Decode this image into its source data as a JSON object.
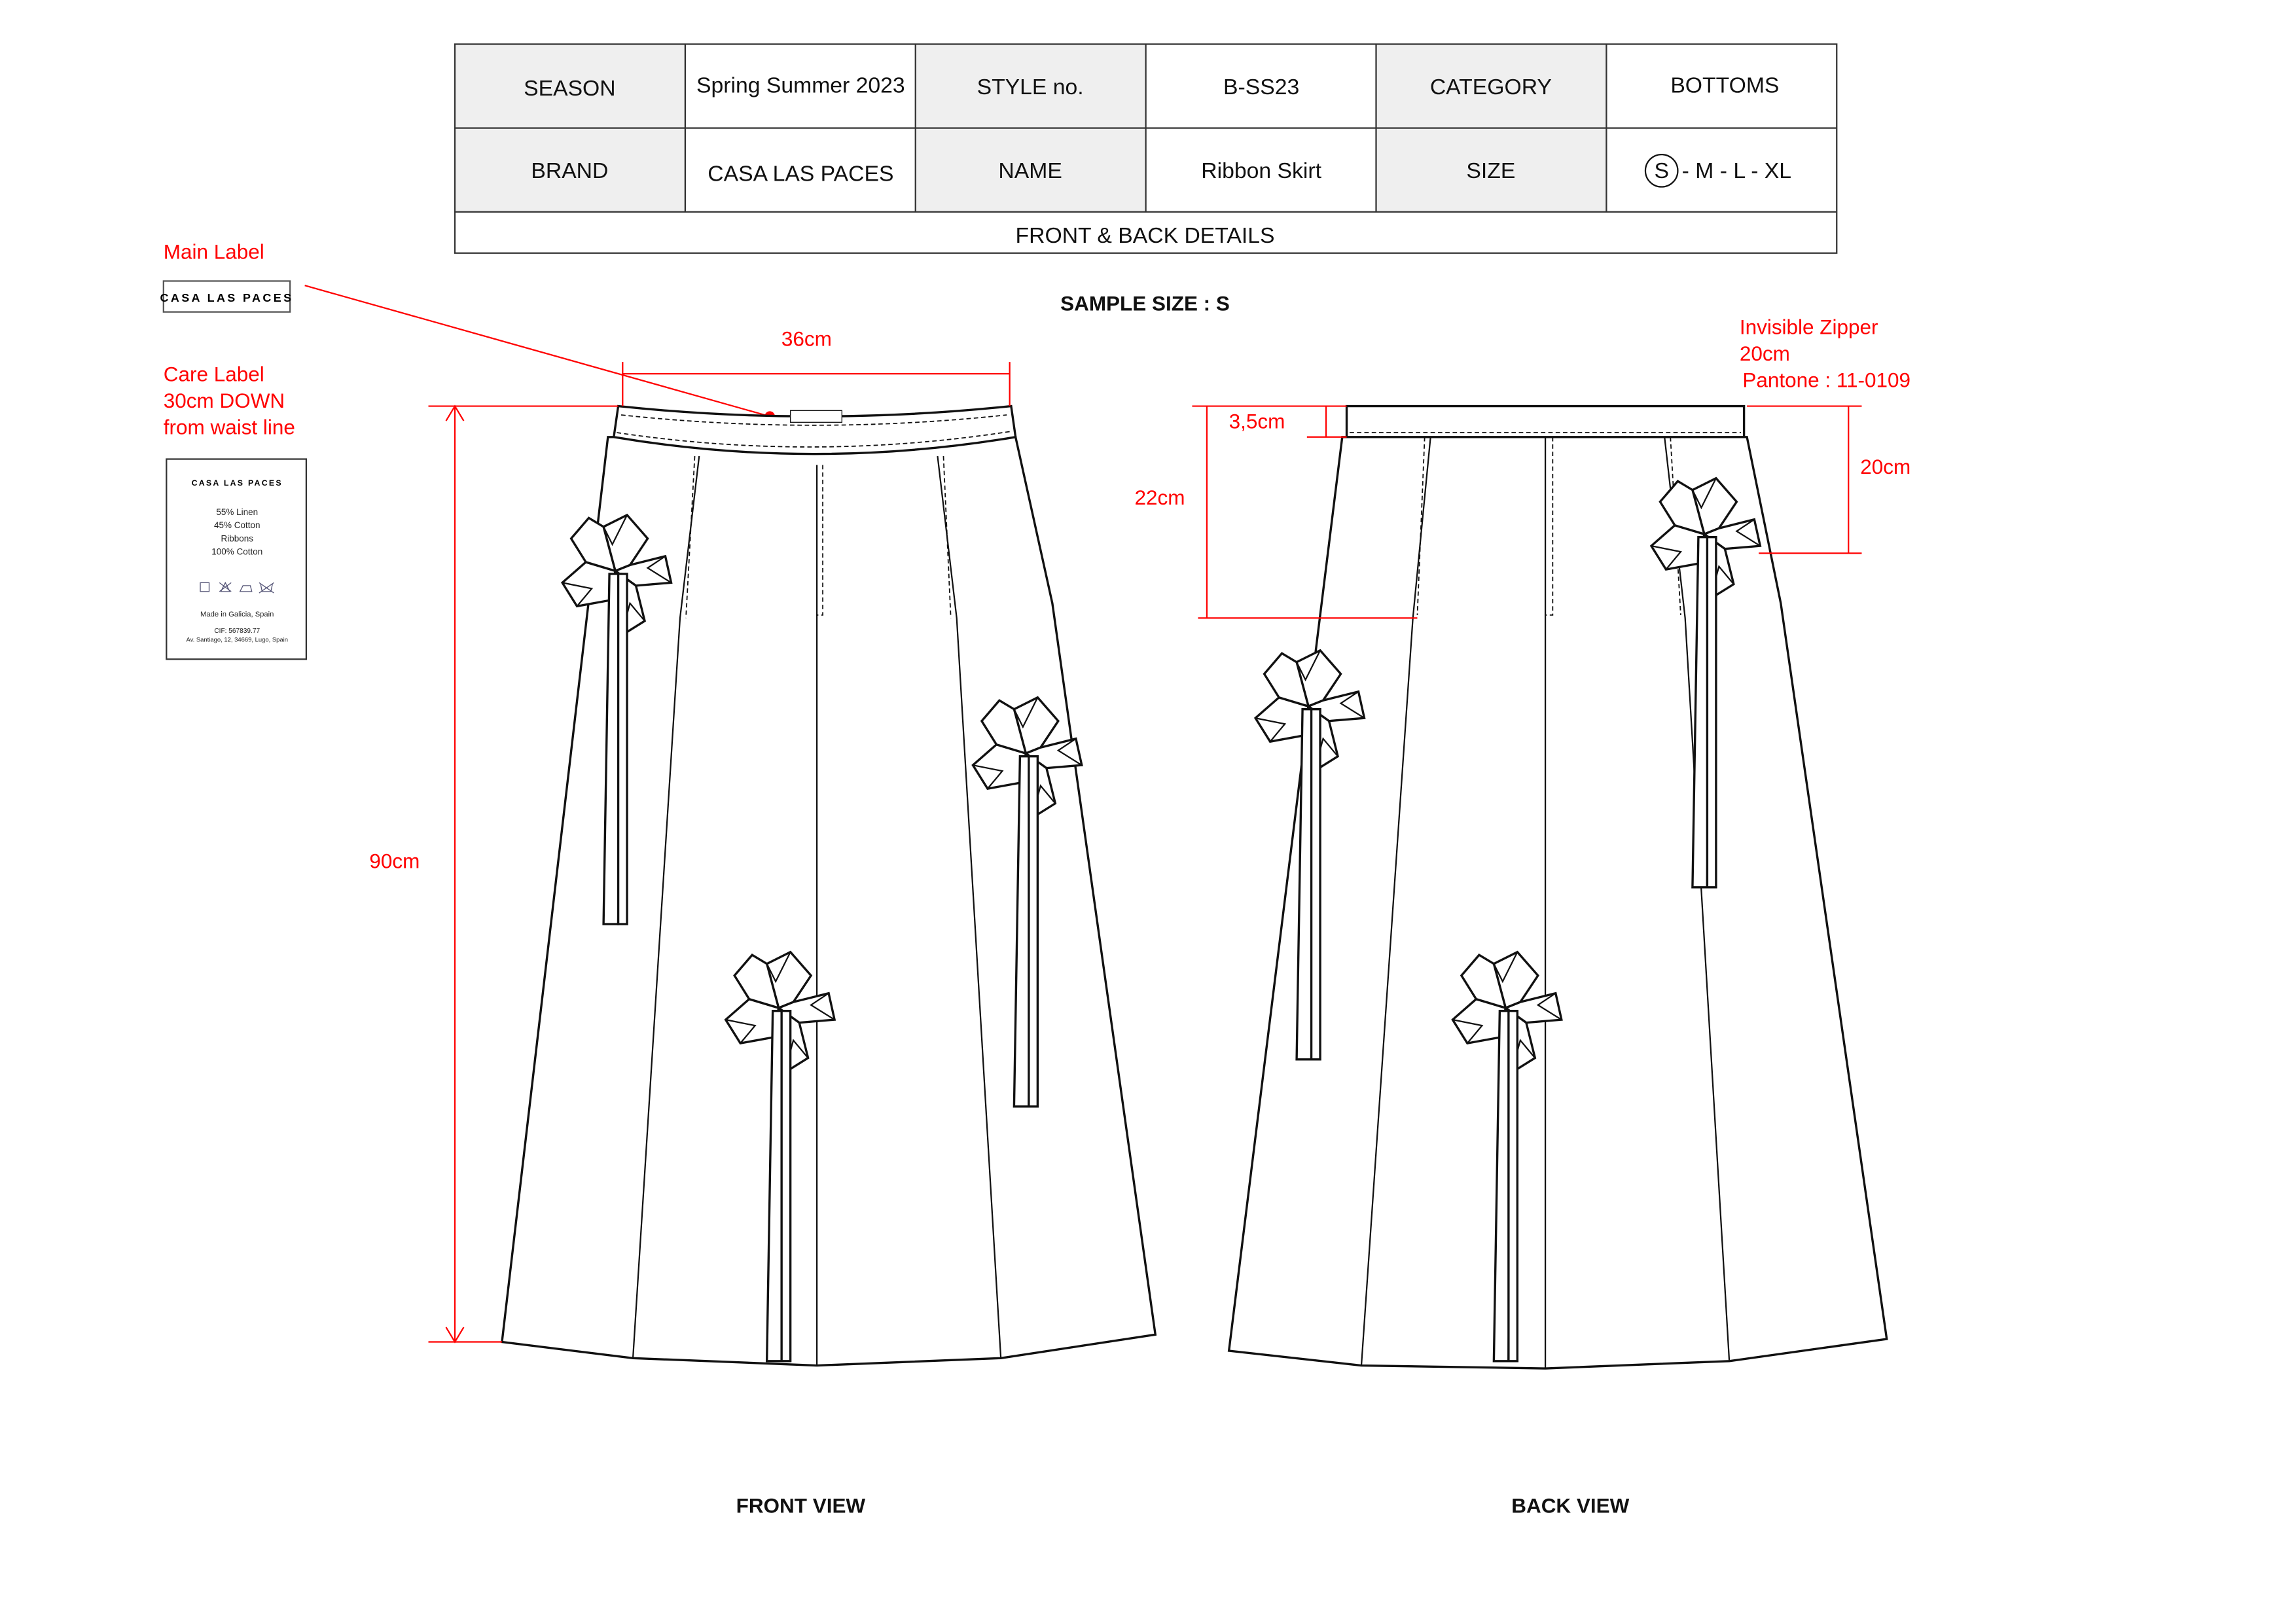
{
  "spec_table": {
    "season_label": "SEASON",
    "season_value": "Spring Summer 2023",
    "style_label": "STYLE no.",
    "style_value": "B-SS23",
    "category_label": "CATEGORY",
    "category_value": "BOTTOMS",
    "brand_label": "BRAND",
    "brand_value": "CASA LAS PACES",
    "name_label": "NAME",
    "name_value": "Ribbon Skirt",
    "size_label": "SIZE",
    "size_selected": "S",
    "size_rest": "- M - L - XL",
    "section_title": "FRONT & BACK DETAILS"
  },
  "sample_size": "SAMPLE SIZE : S",
  "main_label": {
    "title": "Main Label",
    "brand": "CASA LAS PACES"
  },
  "care_label": {
    "title_lines": [
      "Care Label",
      "30cm DOWN",
      "from waist line"
    ],
    "brand": "CASA LAS PACES",
    "composition": [
      "55% Linen",
      "45% Cotton",
      "Ribbons",
      "100% Cotton"
    ],
    "origin": "Made in Galicia, Spain",
    "cif": "CIF: 567839.77",
    "address": "Av. Santiago, 12, 34669, Lugo, Spain"
  },
  "measurements": {
    "waist": "36cm",
    "length": "90cm",
    "waistband": "3,5cm",
    "pocket": "22cm",
    "zipper_len": "20cm"
  },
  "zipper_note": [
    "Invisible Zipper",
    "20cm",
    "Pantone : 11-0109"
  ],
  "views": {
    "front": "FRONT VIEW",
    "back": "BACK VIEW"
  },
  "colors": {
    "annotation": "#ff0000",
    "header_fill": "#efefef"
  }
}
